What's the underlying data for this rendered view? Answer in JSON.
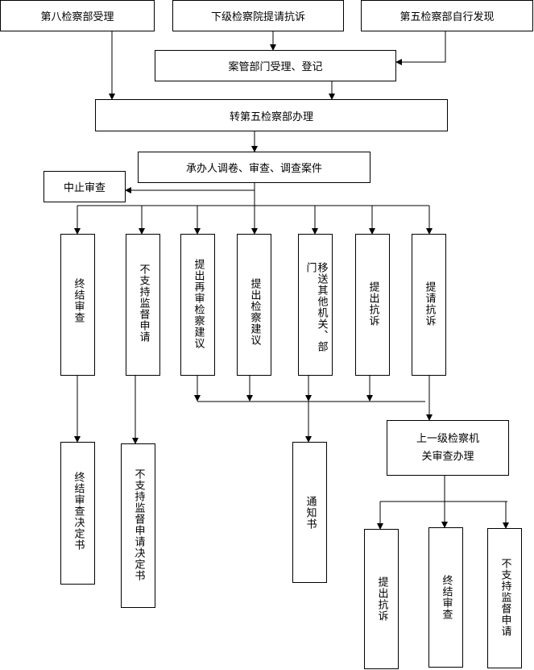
{
  "nodes": {
    "n1": "第八检察部受理",
    "n2": "下级检察院提请抗诉",
    "n3": "第五检察部自行发现",
    "n4": "案管部门受理、登记",
    "n5": "转第五检察部办理",
    "n6": "承办人调卷、审查、调查案件",
    "n7": "中止审查",
    "c1": "终结审查",
    "c2": "不支持监督申请",
    "c3": "提出再审检察建议",
    "c4": "提出检察建议",
    "c5": "移送其他机关、部门",
    "c6": "提出抗诉",
    "c7": "提请抗诉",
    "up_line1": "上一级检察机",
    "up_line2": "关审查办理",
    "r1": "终结审查决定书",
    "r2": "不支持监督申请决定书",
    "r3": "通知书",
    "u1": "提出抗诉",
    "u2": "终结审查",
    "u3": "不支持监督申请"
  }
}
